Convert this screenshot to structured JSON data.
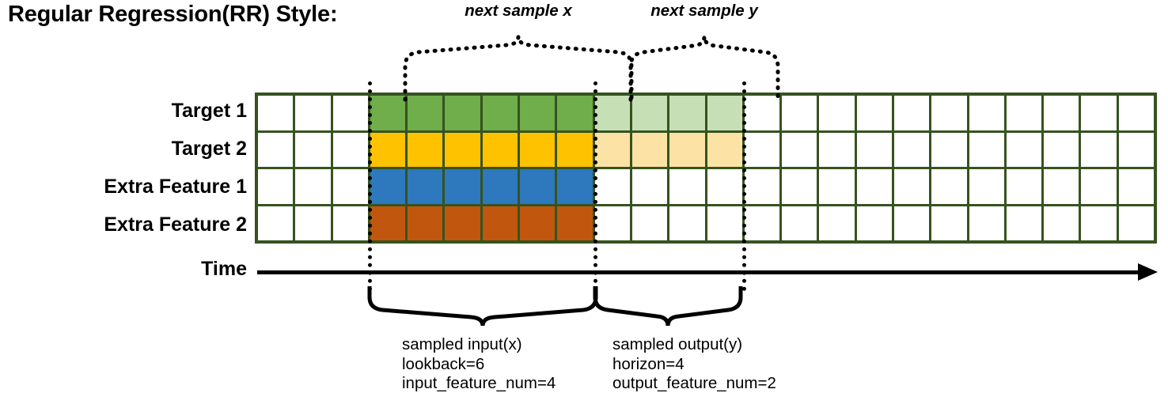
{
  "title": "Regular Regression(RR) Style:",
  "rows": [
    {
      "label": "Target 1",
      "name": "target-1"
    },
    {
      "label": "Target 2",
      "name": "target-2"
    },
    {
      "label": "Extra Feature 1",
      "name": "extra-feature-1"
    },
    {
      "label": "Extra Feature 2",
      "name": "extra-feature-2"
    }
  ],
  "axis": {
    "label": "Time",
    "arrow_icon": "arrow-right-icon"
  },
  "grid": {
    "columns": 24,
    "rows": 4,
    "border_color": "#35531F",
    "blank_prefix_columns": 3,
    "input_columns": 6,
    "output_columns": 4,
    "blank_suffix_columns": 11,
    "cell_colors": {
      "green": "#6FAE4A",
      "green_pale": "#C7DFB4",
      "yellow": "#FFC200",
      "yellow_pale": "#FCE2A4",
      "blue": "#2E78BD",
      "orange": "#C1570F",
      "empty": "#FFFFFF"
    },
    "cells": [
      [
        "empty",
        "empty",
        "empty",
        "green",
        "green",
        "green",
        "green",
        "green",
        "green",
        "green_pale",
        "green_pale",
        "green_pale",
        "green_pale",
        "empty",
        "empty",
        "empty",
        "empty",
        "empty",
        "empty",
        "empty",
        "empty",
        "empty",
        "empty",
        "empty"
      ],
      [
        "empty",
        "empty",
        "empty",
        "yellow",
        "yellow",
        "yellow",
        "yellow",
        "yellow",
        "yellow",
        "yellow_pale",
        "yellow_pale",
        "yellow_pale",
        "yellow_pale",
        "empty",
        "empty",
        "empty",
        "empty",
        "empty",
        "empty",
        "empty",
        "empty",
        "empty",
        "empty",
        "empty"
      ],
      [
        "empty",
        "empty",
        "empty",
        "blue",
        "blue",
        "blue",
        "blue",
        "blue",
        "blue",
        "empty",
        "empty",
        "empty",
        "empty",
        "empty",
        "empty",
        "empty",
        "empty",
        "empty",
        "empty",
        "empty",
        "empty",
        "empty",
        "empty",
        "empty"
      ],
      [
        "empty",
        "empty",
        "empty",
        "orange",
        "orange",
        "orange",
        "orange",
        "orange",
        "orange",
        "empty",
        "empty",
        "empty",
        "empty",
        "empty",
        "empty",
        "empty",
        "empty",
        "empty",
        "empty",
        "empty",
        "empty",
        "empty",
        "empty",
        "empty"
      ]
    ]
  },
  "top_annotations": [
    {
      "name": "next-sample-x",
      "label": "next sample x"
    },
    {
      "name": "next-sample-y",
      "label": "next sample y"
    }
  ],
  "bottom_annotations": [
    {
      "name": "sampled-input",
      "lines": [
        "sampled input(x)",
        "lookback=6",
        "input_feature_num=4"
      ]
    },
    {
      "name": "sampled-output",
      "lines": [
        "sampled output(y)",
        "horizon=4",
        "output_feature_num=2"
      ]
    }
  ]
}
